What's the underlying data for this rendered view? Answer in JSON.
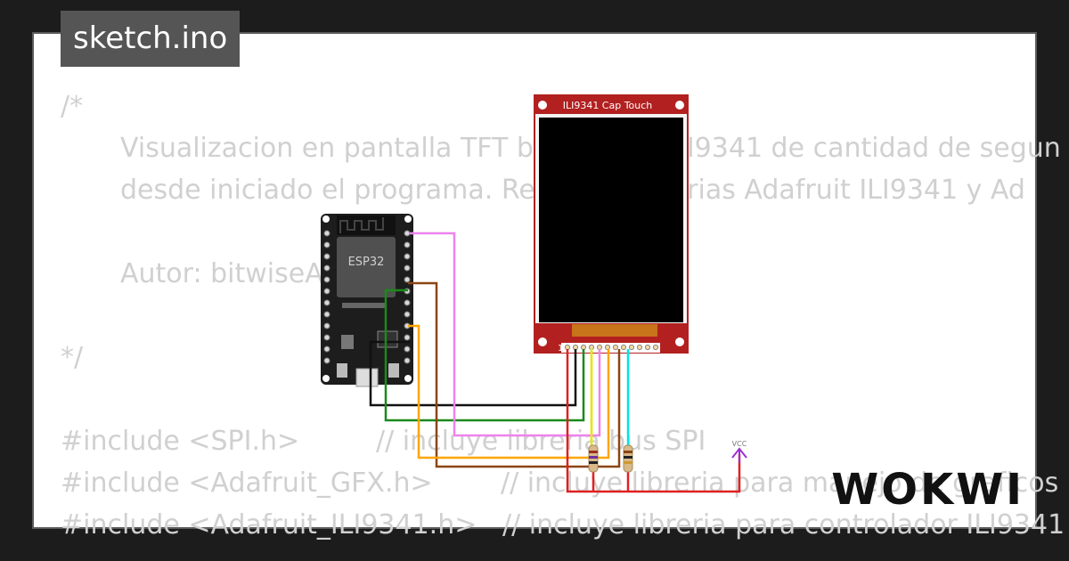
{
  "title": "sketch.ino",
  "brand": "WOKWI",
  "code_lines": [
    {
      "indent": false,
      "text": "/*"
    },
    {
      "indent": true,
      "text": "Visualizacion en pantalla TFT basada en ILI9341 de cantidad de segun"
    },
    {
      "indent": true,
      "text": "desde iniciado el programa. Requiere librerias Adafruit ILI9341 y Ad"
    },
    {
      "indent": false,
      "text": ""
    },
    {
      "indent": true,
      "text": "Autor: bitwiseAr"
    },
    {
      "indent": false,
      "text": ""
    },
    {
      "indent": false,
      "text": "*/"
    },
    {
      "indent": false,
      "text": ""
    },
    {
      "indent": false,
      "text": "#include <SPI.h>         // incluye libreria bus SPI"
    },
    {
      "indent": false,
      "text": "#include <Adafruit_GFX.h>        // incluye libreria para manejo de graficos"
    },
    {
      "indent": false,
      "text": "#include <Adafruit_ILI9341.h>   // incluye libreria para controlador ILI9341"
    }
  ],
  "board": {
    "chip_label": "ESP32"
  },
  "display": {
    "label": "ILI9341 Cap Touch",
    "pin1_label": "1"
  },
  "power": {
    "label": "VCC"
  },
  "colors": {
    "background": "#1c1c1c",
    "card": "#ffffff",
    "tab": "#555555",
    "code": "#d0d0d0",
    "tft_red": "#b22020",
    "board": "#1d1d1d"
  }
}
